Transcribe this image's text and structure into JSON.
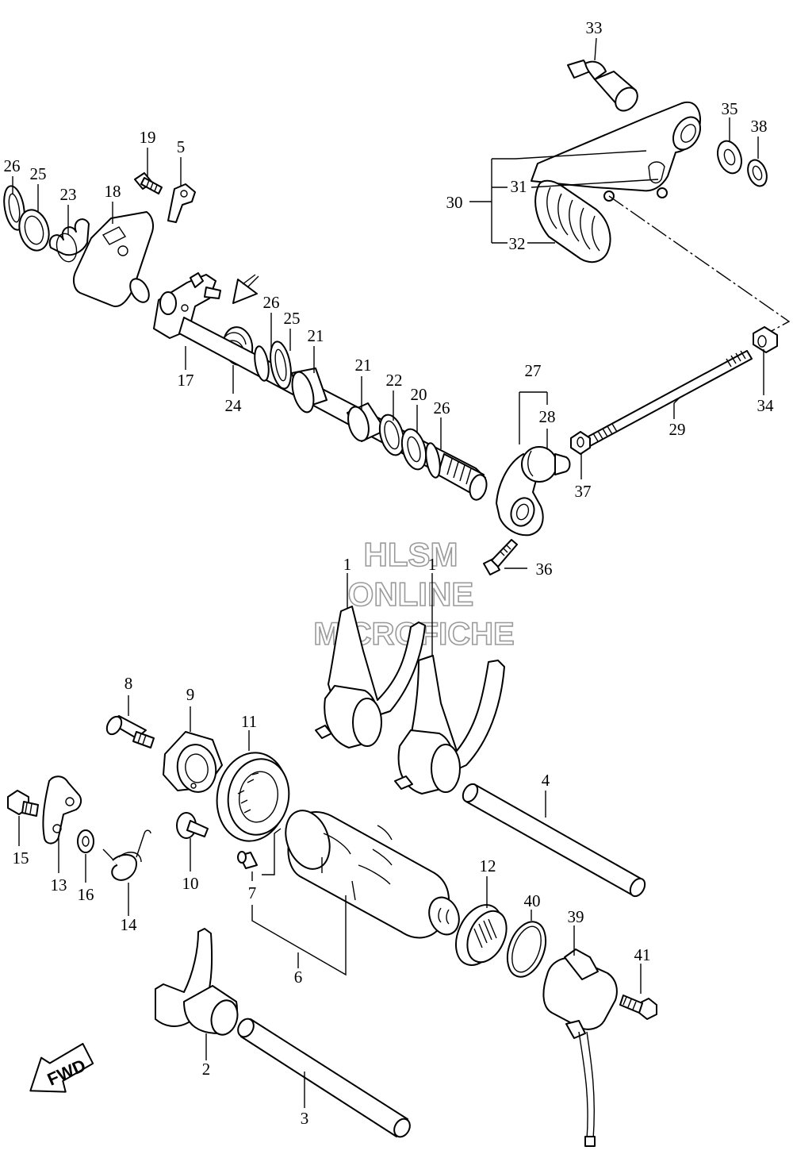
{
  "callouts": {
    "n1": "1",
    "n1b": "1",
    "n2": "2",
    "n3": "3",
    "n4": "4",
    "n5": "5",
    "n6": "6",
    "n7": "7",
    "n8": "8",
    "n9": "9",
    "n10": "10",
    "n11": "11",
    "n12": "12",
    "n13": "13",
    "n14": "14",
    "n15": "15",
    "n16": "16",
    "n17": "17",
    "n18": "18",
    "n19": "19",
    "n20": "20",
    "n21": "21",
    "n21b": "21",
    "n22": "22",
    "n23": "23",
    "n24": "24",
    "n25": "25",
    "n25b": "25",
    "n26": "26",
    "n26b": "26",
    "n26c": "26",
    "n27": "27",
    "n28": "28",
    "n29": "29",
    "n30": "30",
    "n31": "31",
    "n32": "32",
    "n33": "33",
    "n34": "34",
    "n35": "35",
    "n36": "36",
    "n37": "37",
    "n38": "38",
    "n39": "39",
    "n40": "40",
    "n41": "41"
  },
  "watermark": {
    "line1": "HLSM",
    "line2": "ONLINE",
    "line3": "MICROFICHE"
  },
  "fwd_label": "FWD"
}
